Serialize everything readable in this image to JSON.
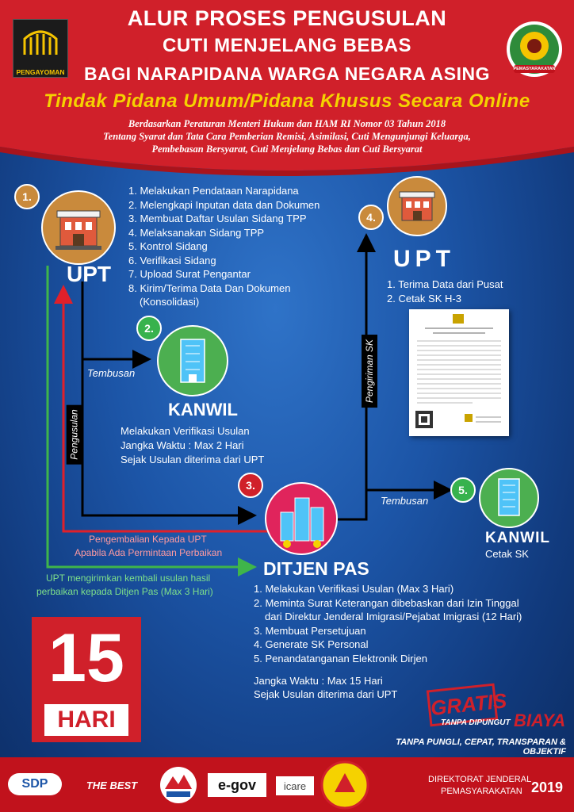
{
  "header": {
    "logo_left_text": "PENGAYOMAN",
    "logo_right_text": "PEMASYARAKATAN",
    "title_line1": "ALUR PROSES PENGUSULAN",
    "title_line2": "CUTI MENJELANG BEBAS",
    "title_line3": "BAGI NARAPIDANA WARGA NEGARA ASING",
    "title_line4": "Tindak Pidana Umum/Pidana Khusus Secara Online",
    "sub_line1": "Berdasarkan Peraturan Menteri Hukum dan HAM RI Nomor 03 Tahun 2018",
    "sub_line2": "Tentang Syarat dan Tata Cara Pemberian Remisi, Asimilasi, Cuti Mengunjungi Keluarga,",
    "sub_line3": "Pembebasan Bersyarat, Cuti Menjelang Bebas dan Cuti Bersyarat"
  },
  "step1": {
    "number": "1.",
    "label": "UPT",
    "items": [
      "1. Melakukan Pendataan Narapidana",
      "2. Melengkapi Inputan data dan Dokumen",
      "3. Membuat Daftar Usulan Sidang TPP",
      "4. Melaksanakan Sidang TPP",
      "5. Kontrol Sidang",
      "6. Verifikasi Sidang",
      "7. Upload Surat Pengantar",
      "8. Kirim/Terima Data Dan Dokumen",
      "(Konsolidasi)"
    ]
  },
  "step2": {
    "number": "2.",
    "label": "KANWIL",
    "tembusan": "Tembusan",
    "lines": [
      "Melakukan Verifikasi Usulan",
      "Jangka Waktu : Max 2 Hari",
      "Sejak Usulan diterima dari UPT"
    ]
  },
  "step3": {
    "number": "3.",
    "label": "DITJEN PAS",
    "pengusulan": "Pengusulan",
    "pengembalian_line1": "Pengembalian Kepada UPT",
    "pengembalian_line2": "Apabila Ada Permintaan Perbaikan",
    "kembali_line1": "UPT mengirimkan kembali usulan hasil",
    "kembali_line2": "perbaikan kepada Ditjen Pas (Max 3 Hari)",
    "items": [
      "1. Melakukan Verifikasi Usulan (Max 3 Hari)",
      "2. Meminta Surat Keterangan dibebaskan  dari Izin Tinggal",
      "dari  Direktur Jenderal Imigrasi/Pejabat Imigrasi  (12 Hari)",
      "3. Membuat Persetujuan",
      "4. Generate SK Personal",
      "5. Penandatanganan Elektronik Dirjen"
    ],
    "jangka_line1": "Jangka Waktu : Max 15 Hari",
    "jangka_line2": "Sejak Usulan diterima dari UPT"
  },
  "step4": {
    "number": "4.",
    "label": "UPT",
    "pengiriman": "Pengiriman SK",
    "items": [
      "1. Terima Data dari Pusat",
      "2. Cetak SK H-3"
    ]
  },
  "step5": {
    "number": "5.",
    "label": "KANWIL",
    "tembusan": "Tembusan",
    "text": "Cetak SK"
  },
  "badge": {
    "number": "15",
    "unit": "HARI"
  },
  "gratis": {
    "title": "GRATIS",
    "subtitle": "TANPA DIPUNGUT",
    "biaya": "BIAYA",
    "tagline": "TANPA PUNGLI, CEPAT, TRANSPARAN & OBJEKTIF"
  },
  "footer": {
    "logos": [
      "SDP",
      "THE BEST",
      "e-gov",
      "icare"
    ],
    "org_line1": "DIREKTORAT JENDERAL",
    "org_line2": "PEMASYARAKATAN",
    "year": "2019"
  },
  "colors": {
    "accent_red": "#d0202a",
    "accent_yellow": "#f5d200",
    "flow_green": "#3fb54a",
    "circle_brown": "#c98a3c",
    "circle_green": "#37b24d"
  }
}
